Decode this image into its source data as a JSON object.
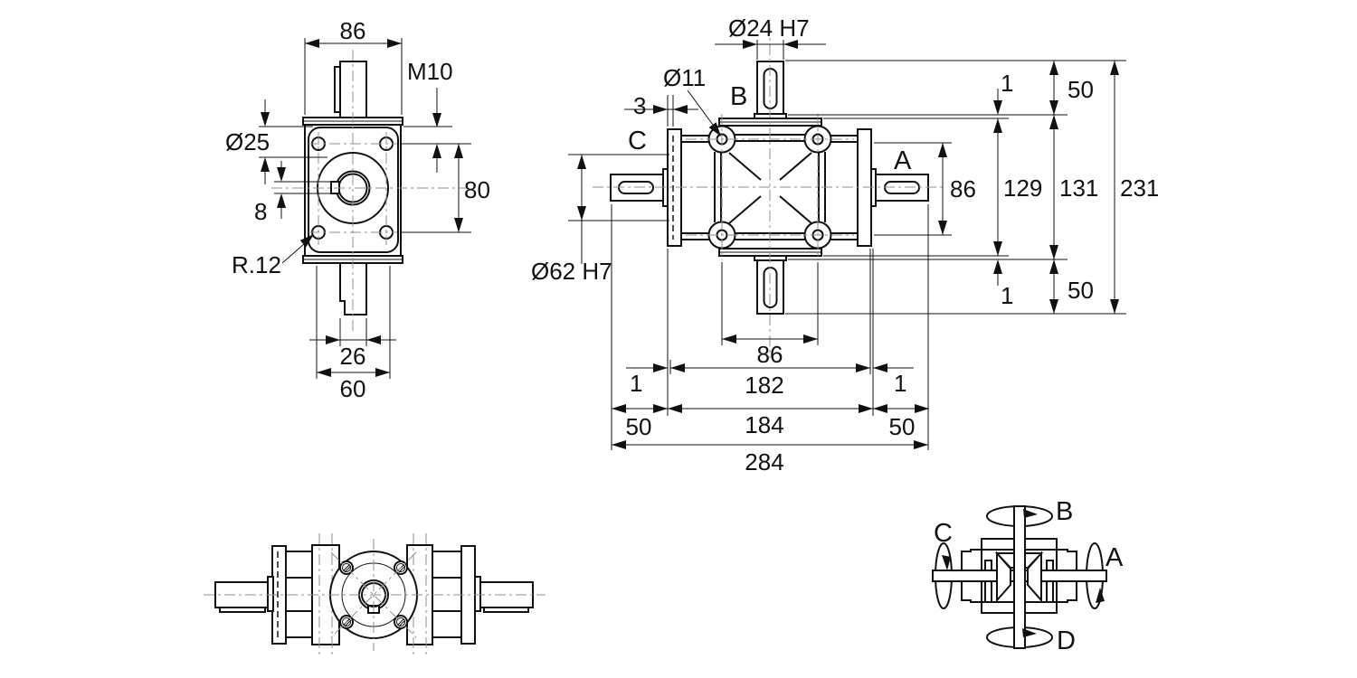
{
  "page": {
    "background": "#ffffff",
    "line_color": "#111111",
    "centerline_color": "#8f8f8f",
    "kind": "right-angle bevel gearbox technical drawing"
  },
  "shaft_labels": {
    "a": "A",
    "b": "B",
    "c": "C",
    "d": "D"
  },
  "front_view": {
    "width_top": "86",
    "thread": "M10",
    "bore": "Ø25",
    "hole_spacing": "80",
    "key": "8",
    "radius": "R.12",
    "key_width": "26",
    "boss_width": "60"
  },
  "main_view": {
    "shaft_dia": "Ø24 H7",
    "hole_dia": "Ø11",
    "offset3": "3",
    "spigot_dia": "Ø62 H7",
    "square_h": "86",
    "step_t": "1",
    "shaft_t": "50",
    "h129": "129",
    "h131": "131",
    "h231": "231",
    "step_b": "1",
    "shaft_b": "50",
    "square_w": "86",
    "step_l": "1",
    "w182": "182",
    "step_r": "1",
    "shaft_l": "50",
    "w184": "184",
    "shaft_r": "50",
    "w284": "284"
  }
}
